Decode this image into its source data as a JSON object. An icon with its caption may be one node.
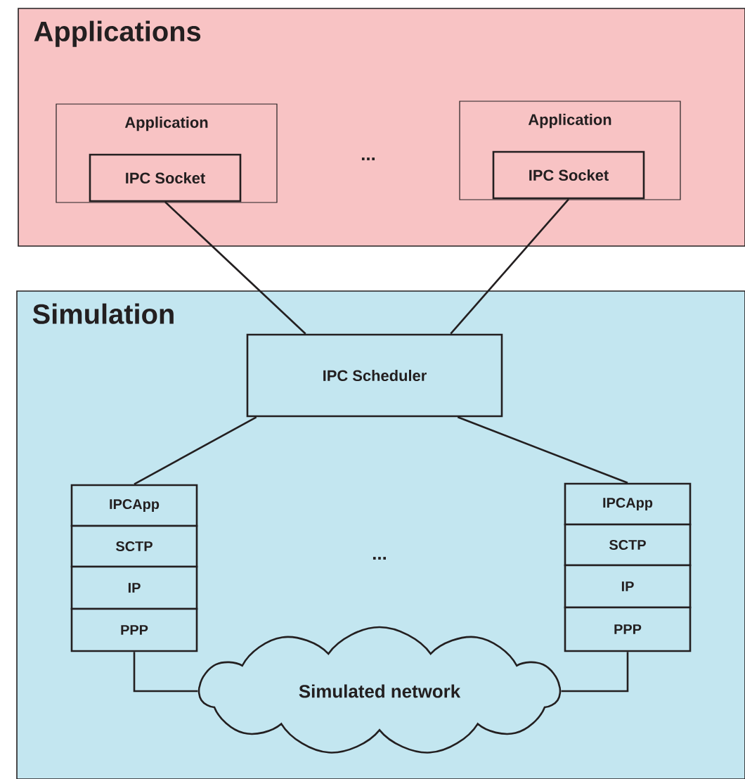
{
  "diagram": {
    "nodes": [
      {
        "text": [
          "Applications"
        ]
      },
      {
        "text": [
          "Application"
        ],
        "in": 0
      },
      {
        "text": [
          "IPC Socket"
        ],
        "in": 1
      },
      {
        "text": [
          "Application"
        ],
        "in": 0
      },
      {
        "text": [
          "IPC Socket"
        ],
        "in": 3
      },
      {
        "text": [
          "Simulation"
        ]
      },
      {
        "text": [
          "IPC Scheduler"
        ],
        "in": 5
      },
      {
        "text": [
          "IPCApp"
        ],
        "in": 5
      },
      {
        "text": [
          "SCTP"
        ],
        "in": 5
      },
      {
        "text": [
          "IP"
        ],
        "in": 5
      },
      {
        "text": [
          "PPP"
        ],
        "in": 5
      },
      {
        "text": [
          "IPCApp"
        ],
        "in": 5
      },
      {
        "text": [
          "SCTP"
        ],
        "in": 5
      },
      {
        "text": [
          "IP"
        ],
        "in": 5
      },
      {
        "text": [
          "PPP"
        ],
        "in": 5
      },
      {
        "text": [
          "Simulated network"
        ],
        "in": 5
      }
    ],
    "edges": [
      {
        "from": 2,
        "to": 6,
        "arrow": "none"
      },
      {
        "from": 4,
        "to": 6,
        "arrow": "none"
      },
      {
        "from": 6,
        "to": 7,
        "arrow": "none"
      },
      {
        "from": 6,
        "to": 11,
        "arrow": "none"
      },
      {
        "from": 10,
        "to": 15,
        "arrow": "none"
      },
      {
        "from": 14,
        "to": 15,
        "arrow": "none"
      }
    ],
    "labels": [
      "...",
      "..."
    ]
  }
}
